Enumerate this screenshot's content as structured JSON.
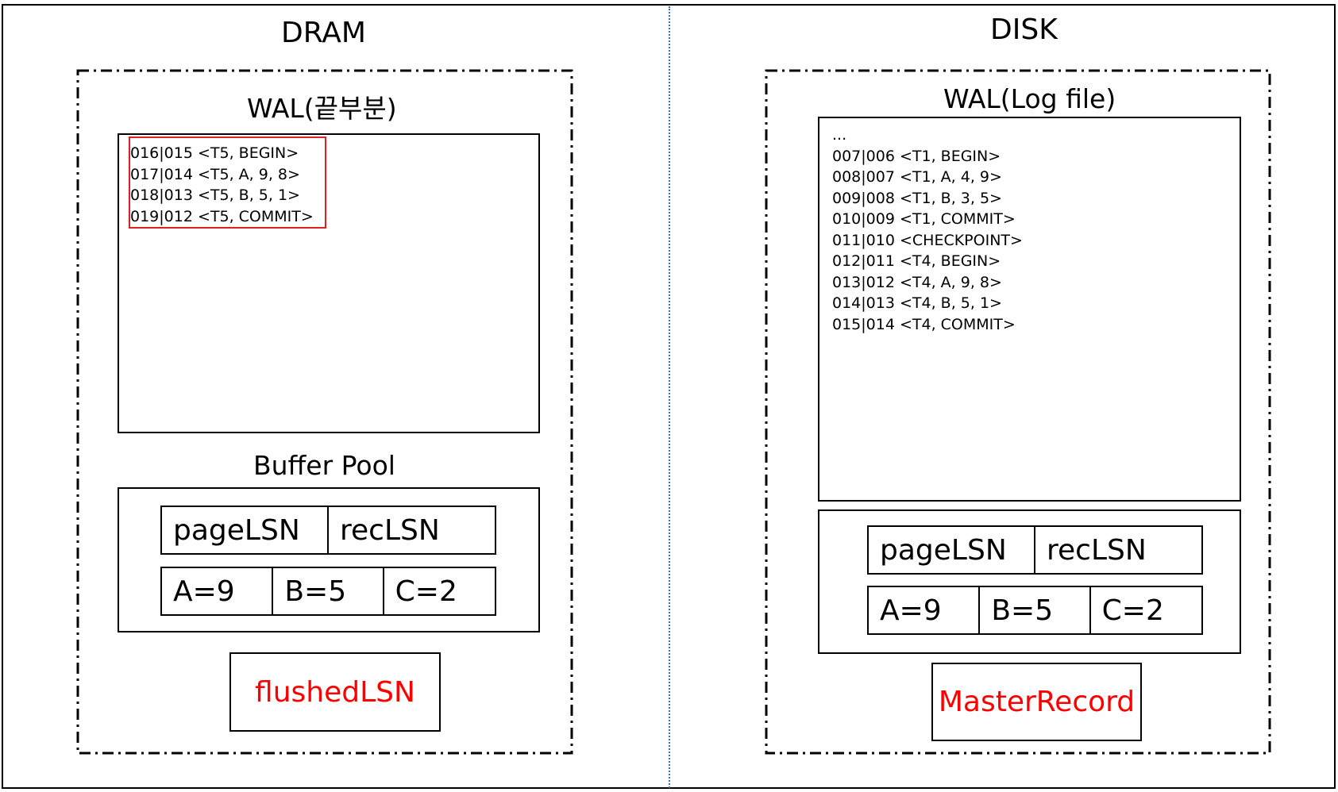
{
  "dram": {
    "title": "DRAM",
    "wal_title": "WAL(끝부분)",
    "wal_lines": [
      "016|015 <T5, BEGIN>",
      "017|014 <T5, A, 9, 8>",
      "018|013 <T5, B, 5, 1>",
      "019|012 <T5, COMMIT>"
    ],
    "buffer_title": "Buffer Pool",
    "header_cells": [
      "pageLSN",
      "recLSN"
    ],
    "value_cells": [
      "A=9",
      "B=5",
      "C=2"
    ],
    "red_label": "flushedLSN"
  },
  "disk": {
    "title": "DISK",
    "wal_title": "WAL(Log file)",
    "wal_lines": [
      "...",
      "007|006 <T1, BEGIN>",
      "008|007 <T1, A, 4, 9>",
      "009|008 <T1, B, 3, 5>",
      "010|009 <T1, COMMIT>",
      "011|010 <CHECKPOINT>",
      "012|011 <T4, BEGIN>",
      "013|012 <T4, A, 9, 8>",
      "014|013 <T4, B, 5, 1>",
      "015|014 <T4, COMMIT>"
    ],
    "header_cells": [
      "pageLSN",
      "recLSN"
    ],
    "value_cells": [
      "A=9",
      "B=5",
      "C=2"
    ],
    "red_label": "MasterRecord"
  },
  "colors": {
    "highlight": "#e02020",
    "red_text": "#ff0000",
    "divider": "#2e75b6"
  }
}
